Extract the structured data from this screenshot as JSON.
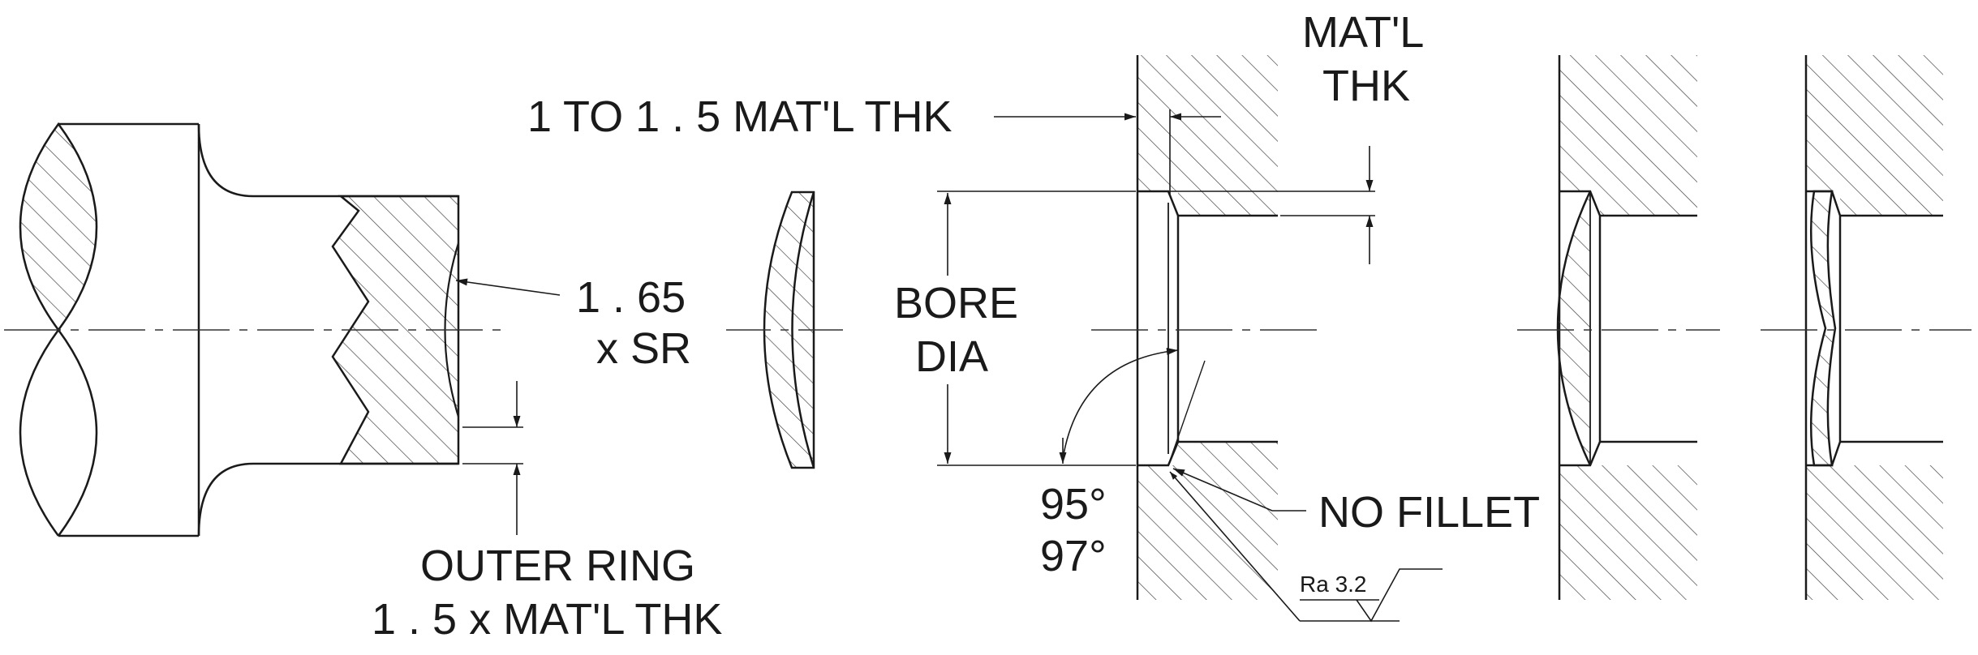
{
  "annotations": {
    "sr_value": "1 . 65",
    "sr_unit": "x SR",
    "outer_ring_line1": "OUTER RING",
    "outer_ring_line2": "1 . 5 x MAT'L THK",
    "counterbore_depth": "1 TO 1 . 5 MAT'L THK",
    "matl_line1": "MAT'L",
    "matl_line2": "THK",
    "bore_line1": "BORE",
    "bore_line2": "DIA",
    "angle_min": "95°",
    "angle_max": "97°",
    "no_fillet": "NO FILLET",
    "roughness": "Ra 3.2"
  }
}
